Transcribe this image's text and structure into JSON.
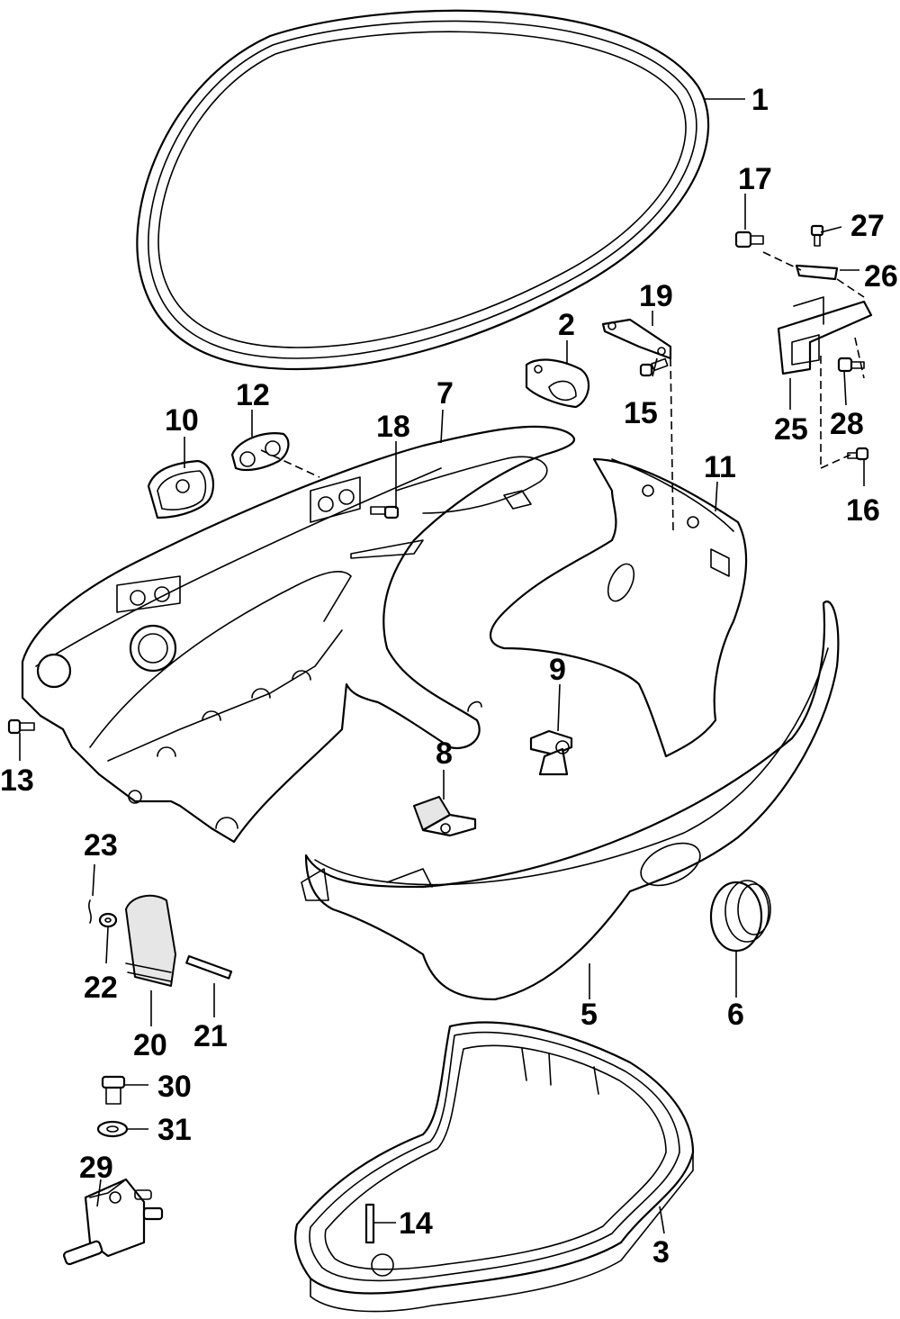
{
  "callouts": [
    {
      "id": "c1",
      "text": "1"
    },
    {
      "id": "c2",
      "text": "2"
    },
    {
      "id": "c3",
      "text": "3"
    },
    {
      "id": "c5",
      "text": "5"
    },
    {
      "id": "c6",
      "text": "6"
    },
    {
      "id": "c7",
      "text": "7"
    },
    {
      "id": "c8",
      "text": "8"
    },
    {
      "id": "c9",
      "text": "9"
    },
    {
      "id": "c10",
      "text": "10"
    },
    {
      "id": "c11",
      "text": "11"
    },
    {
      "id": "c12",
      "text": "12"
    },
    {
      "id": "c13",
      "text": "13"
    },
    {
      "id": "c14",
      "text": "14"
    },
    {
      "id": "c15",
      "text": "15"
    },
    {
      "id": "c16",
      "text": "16"
    },
    {
      "id": "c17",
      "text": "17"
    },
    {
      "id": "c18",
      "text": "18"
    },
    {
      "id": "c19",
      "text": "19"
    },
    {
      "id": "c20",
      "text": "20"
    },
    {
      "id": "c21",
      "text": "21"
    },
    {
      "id": "c22",
      "text": "22"
    },
    {
      "id": "c23",
      "text": "23"
    },
    {
      "id": "c25",
      "text": "25"
    },
    {
      "id": "c26",
      "text": "26"
    },
    {
      "id": "c27",
      "text": "27"
    },
    {
      "id": "c28",
      "text": "28"
    },
    {
      "id": "c29",
      "text": "29"
    },
    {
      "id": "c30",
      "text": "30"
    },
    {
      "id": "c31",
      "text": "31"
    }
  ]
}
